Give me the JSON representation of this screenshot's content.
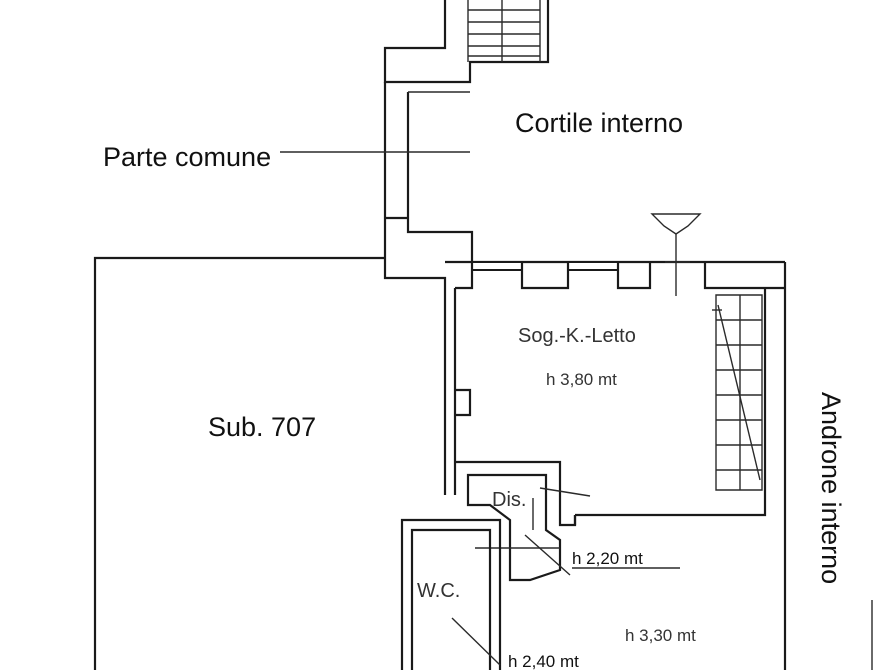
{
  "labels": {
    "cortile": "Cortile interno",
    "parte_comune": "Parte comune",
    "sub": "Sub. 707",
    "soggiorno": "Sog.-K.-Letto",
    "soggiorno_h": "h 3,80 mt",
    "androne": "Androne interno",
    "dis": "Dis.",
    "wc": "W.C.",
    "h_dis": "h 2,20 mt",
    "h_room": "h 3,30 mt",
    "h_wc": "h 2,40 mt"
  }
}
